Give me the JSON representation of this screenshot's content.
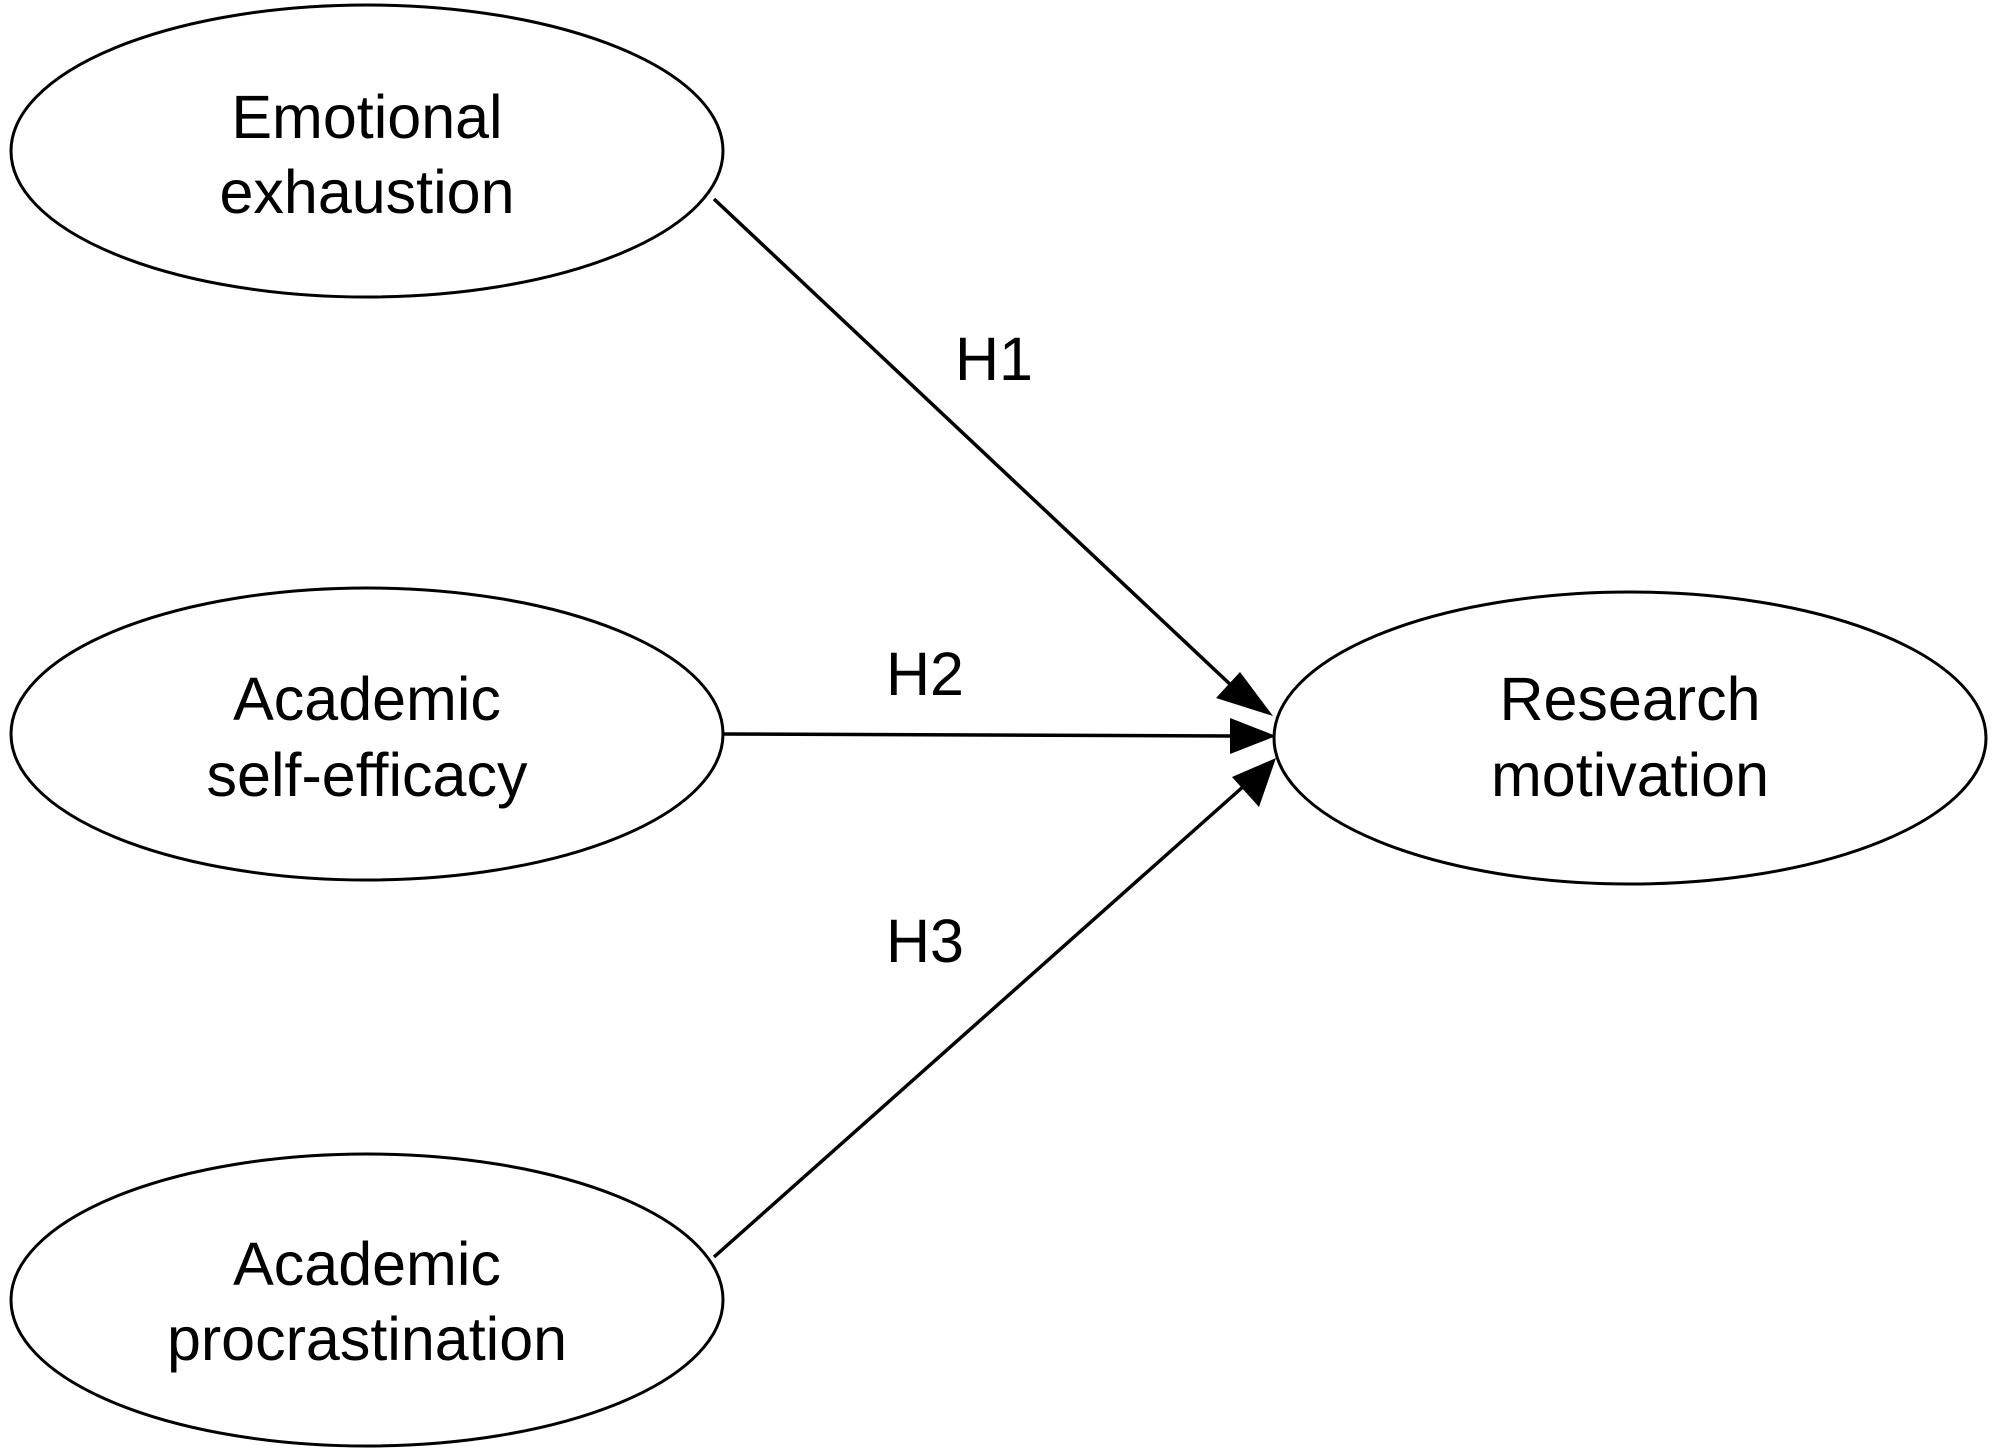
{
  "diagram": {
    "nodes": [
      {
        "id": "emotional_exhaustion",
        "lines": [
          "Emotional",
          "exhaustion"
        ]
      },
      {
        "id": "academic_self_efficacy",
        "lines": [
          "Academic",
          "self-efficacy"
        ]
      },
      {
        "id": "academic_procrastination",
        "lines": [
          "Academic",
          "procrastination"
        ]
      },
      {
        "id": "research_motivation",
        "lines": [
          "Research",
          "motivation"
        ]
      }
    ],
    "edges": [
      {
        "from": "emotional_exhaustion",
        "to": "research_motivation",
        "label": "H1"
      },
      {
        "from": "academic_self_efficacy",
        "to": "research_motivation",
        "label": "H2"
      },
      {
        "from": "academic_procrastination",
        "to": "research_motivation",
        "label": "H3"
      }
    ],
    "colors": {
      "stroke": "#000000",
      "fill": "#ffffff",
      "text": "#000000"
    }
  }
}
